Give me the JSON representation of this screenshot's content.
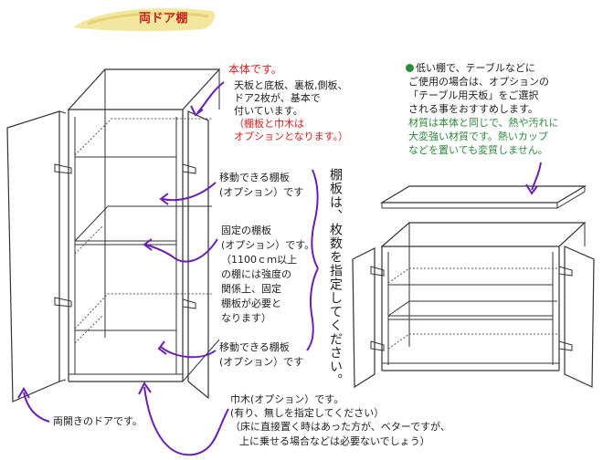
{
  "title": "両ドア棚",
  "main_body": {
    "heading": "本体です。",
    "line1": "天板と底板、裏板,側板、",
    "line2": "ドア2枚が、基本で",
    "line3": "付いています。",
    "note1": "（棚板と巾木は",
    "note2": "オプションとなります。）"
  },
  "movable_shelf_upper": {
    "line1": "移動できる棚板",
    "line2": "(オプション）です"
  },
  "fixed_shelf": {
    "line1": "固定の棚板",
    "line2": "(オプション）です。",
    "line3": "（1100ｃｍ以上",
    "line4": "の棚には強度の",
    "line5": "関係上、固定",
    "line6": "棚板が必要と",
    "line7": "なります）"
  },
  "movable_shelf_lower": {
    "line1": "移動できる棚板",
    "line2": "(オプション）です"
  },
  "shelf_count_note": "棚板は、枚数を指定してください。",
  "double_door": "両開きのドアです。",
  "baseboard": {
    "line1": "巾木(オプション）です。",
    "line2": "(有り、無しを指定してください）",
    "line3": "（床に直接置く時はあった方が、ベターですが、",
    "line4": "上に乗せる場合などは必要ないでしょう）"
  },
  "low_shelf": {
    "line1": "低い棚で、テーブルなどに",
    "line2": "ご使用の場合は、オプションの",
    "line3": "「テーブル用天板」をご選択",
    "line4": "される事をおすすめします。",
    "green1": "材質は本体と同じで、熱や汚れに",
    "green2": "大変強い材質です。熱いカップ",
    "green3": "などを置いても変質しません。"
  },
  "colors": {
    "accent_red": "#d81e1e",
    "green": "#2c8a3a",
    "arrow_purple": "#6a1fb5",
    "title_red": "#c8231e"
  }
}
